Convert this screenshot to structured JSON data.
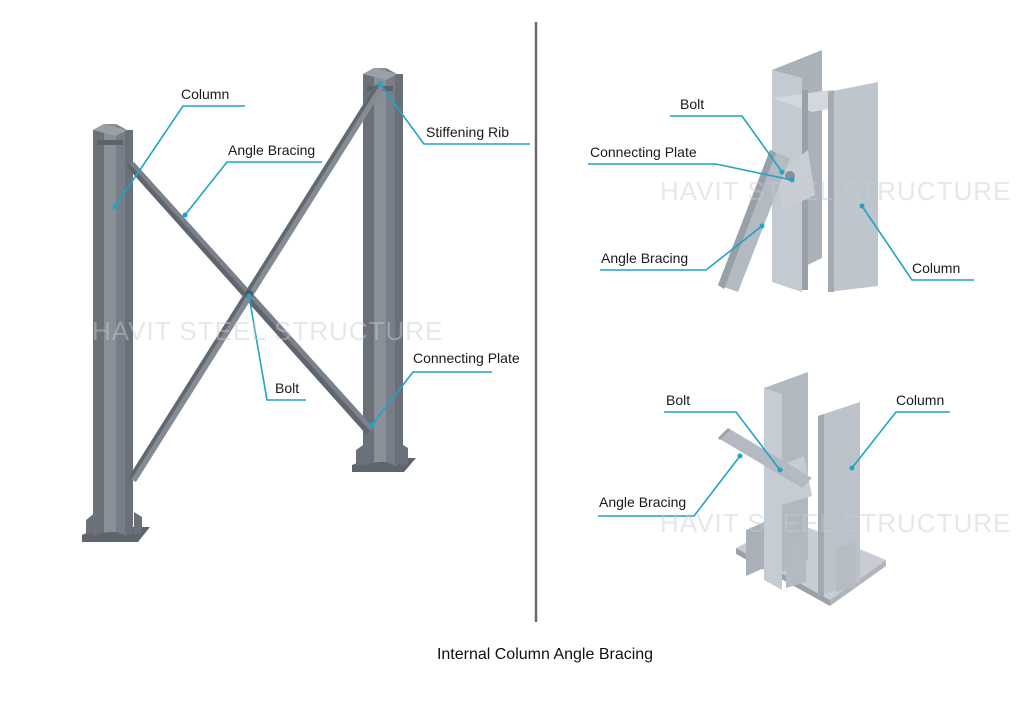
{
  "caption": "Internal Column Angle Bracing",
  "watermark": "HAVIT STEEL STRUCTURE",
  "colors": {
    "leader": "#1fa3c8",
    "steel": "#7d838c",
    "steel_dark": "#5f656d",
    "panel": "#b9c0c8"
  },
  "left_view": {
    "labels": {
      "column": "Column",
      "angle_bracing": "Angle Bracing",
      "stiffening_rib": "Stiffening Rib",
      "connecting_plate": "Connecting Plate",
      "bolt": "Bolt"
    }
  },
  "top_right_view": {
    "labels": {
      "bolt": "Bolt",
      "connecting_plate": "Connecting Plate",
      "angle_bracing": "Angle Bracing",
      "column": "Column"
    }
  },
  "bottom_right_view": {
    "labels": {
      "bolt": "Bolt",
      "column": "Column",
      "angle_bracing": "Angle Bracing"
    }
  }
}
